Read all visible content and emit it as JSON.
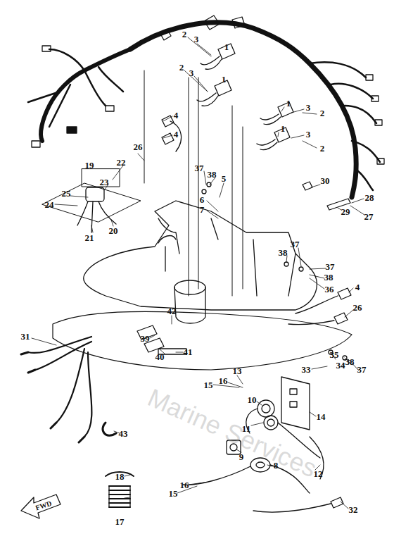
{
  "diagram": {
    "labels": [
      "2",
      "3",
      "1",
      "2",
      "3",
      "1",
      "4",
      "4",
      "26",
      "19",
      "23",
      "22",
      "25",
      "24",
      "21",
      "20",
      "1",
      "3",
      "2",
      "1",
      "3",
      "2",
      "37",
      "38",
      "5",
      "6",
      "7",
      "30",
      "28",
      "29",
      "27",
      "38",
      "37",
      "37",
      "38",
      "36",
      "4",
      "26",
      "42",
      "39",
      "41",
      "40",
      "31",
      "35",
      "34",
      "33",
      "38",
      "37",
      "13",
      "15",
      "16",
      "10",
      "11",
      "14",
      "43",
      "9",
      "12",
      "8",
      "18",
      "16",
      "15",
      "17",
      "32",
      "FWD",
      "Marine Services"
    ]
  }
}
